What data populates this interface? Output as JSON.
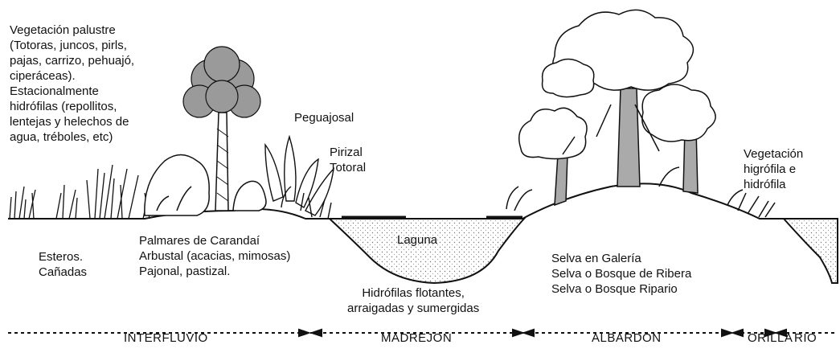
{
  "labels": {
    "palustre": {
      "lines": [
        "Vegetación palustre",
        "(Totoras, juncos, pirls,",
        "pajas, carrizo, pehuajó,",
        "ciperáceas).",
        "Estacionalmente",
        "hidrófilas (repollitos,",
        "lentejas y helechos de",
        "agua, tréboles, etc)"
      ]
    },
    "peguajosal": "Peguajosal",
    "pirizal": {
      "lines": [
        "Pirizal",
        "Totoral"
      ]
    },
    "higrofila": {
      "lines": [
        "Vegetación",
        "higrófila e",
        "hidrófila"
      ]
    },
    "esteros": {
      "lines": [
        "Esteros.",
        "Cañadas"
      ]
    },
    "palmares": {
      "lines": [
        "Palmares de Carandaí",
        "Arbustal (acacias, mimosas)",
        "Pajonal, pastizal."
      ]
    },
    "laguna": "Laguna",
    "hidrofilas": {
      "lines": [
        "Hidrófilas flotantes,",
        "arraigadas y sumergidas"
      ]
    },
    "selva": {
      "lines": [
        "Selva en Galería",
        "Selva o Bosque de Ribera",
        "Selva o Bosque Ripario"
      ]
    }
  },
  "zones": [
    "INTERFLUVIO",
    "MADREJON",
    "ALBARDON",
    "ORILLA",
    "RIO"
  ],
  "colors": {
    "ink": "#111111",
    "water": "#e2e2e2",
    "canopy": "#ffffff",
    "palm": "#9a9a9a",
    "trunk": "#aaaaaa"
  }
}
